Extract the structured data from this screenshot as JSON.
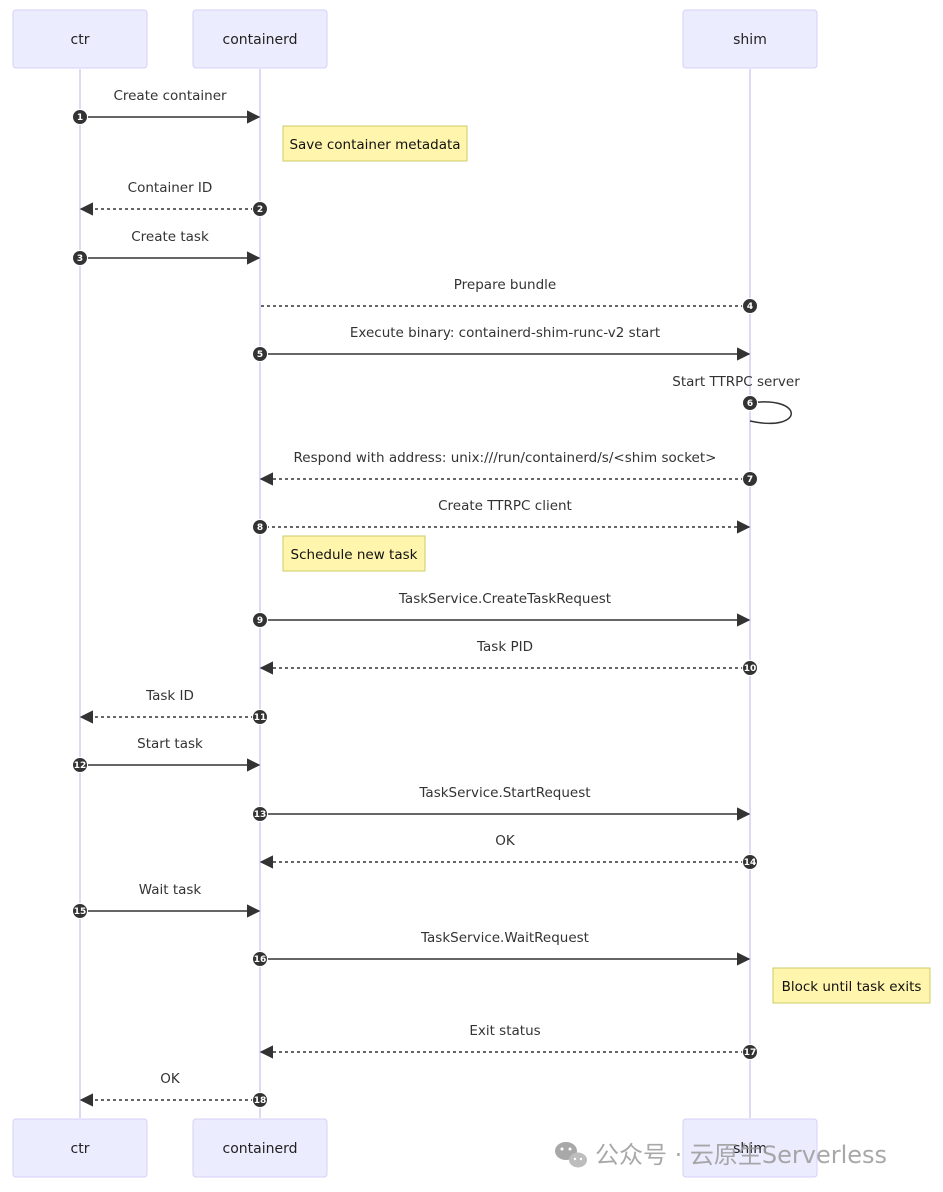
{
  "participants": [
    {
      "id": "ctr",
      "label": "ctr"
    },
    {
      "id": "containerd",
      "label": "containerd"
    },
    {
      "id": "shim",
      "label": "shim"
    }
  ],
  "messages": [
    {
      "seq": "1",
      "from": "ctr",
      "to": "containerd",
      "label": "Create container",
      "style": "solid"
    },
    {
      "seq": "2",
      "from": "containerd",
      "to": "ctr",
      "label": "Container ID",
      "style": "dashed"
    },
    {
      "seq": "3",
      "from": "ctr",
      "to": "containerd",
      "label": "Create task",
      "style": "solid"
    },
    {
      "seq": "4",
      "from": "shim",
      "to": "containerd",
      "label": "Prepare bundle",
      "style": "dashed",
      "no_arrow": true
    },
    {
      "seq": "5",
      "from": "containerd",
      "to": "shim",
      "label": "Execute binary: containerd-shim-runc-v2 start",
      "style": "solid"
    },
    {
      "seq": "6",
      "from": "shim",
      "to": "shim",
      "label": "Start TTRPC server",
      "style": "solid"
    },
    {
      "seq": "7",
      "from": "shim",
      "to": "containerd",
      "label": "Respond with address: unix:///run/containerd/s/<shim socket>",
      "style": "dashed"
    },
    {
      "seq": "8",
      "from": "containerd",
      "to": "shim",
      "label": "Create TTRPC client",
      "style": "dashed"
    },
    {
      "seq": "9",
      "from": "containerd",
      "to": "shim",
      "label": "TaskService.CreateTaskRequest",
      "style": "solid"
    },
    {
      "seq": "10",
      "from": "shim",
      "to": "containerd",
      "label": "Task PID",
      "style": "dashed"
    },
    {
      "seq": "11",
      "from": "containerd",
      "to": "ctr",
      "label": "Task ID",
      "style": "dashed"
    },
    {
      "seq": "12",
      "from": "ctr",
      "to": "containerd",
      "label": "Start task",
      "style": "solid"
    },
    {
      "seq": "13",
      "from": "containerd",
      "to": "shim",
      "label": "TaskService.StartRequest",
      "style": "solid"
    },
    {
      "seq": "14",
      "from": "shim",
      "to": "containerd",
      "label": "OK",
      "style": "dashed"
    },
    {
      "seq": "15",
      "from": "ctr",
      "to": "containerd",
      "label": "Wait task",
      "style": "solid"
    },
    {
      "seq": "16",
      "from": "containerd",
      "to": "shim",
      "label": "TaskService.WaitRequest",
      "style": "solid"
    },
    {
      "seq": "17",
      "from": "shim",
      "to": "containerd",
      "label": "Exit status",
      "style": "dashed"
    },
    {
      "seq": "18",
      "from": "containerd",
      "to": "ctr",
      "label": "OK",
      "style": "dashed"
    }
  ],
  "notes": [
    {
      "text": "Save container metadata",
      "over": "containerd"
    },
    {
      "text": "Schedule new task",
      "over": "containerd"
    },
    {
      "text": "Block until task exits",
      "over": "shim"
    }
  ],
  "watermark": {
    "text": "公众号 · 云原生Serverless",
    "icon": "wechat-icon"
  }
}
